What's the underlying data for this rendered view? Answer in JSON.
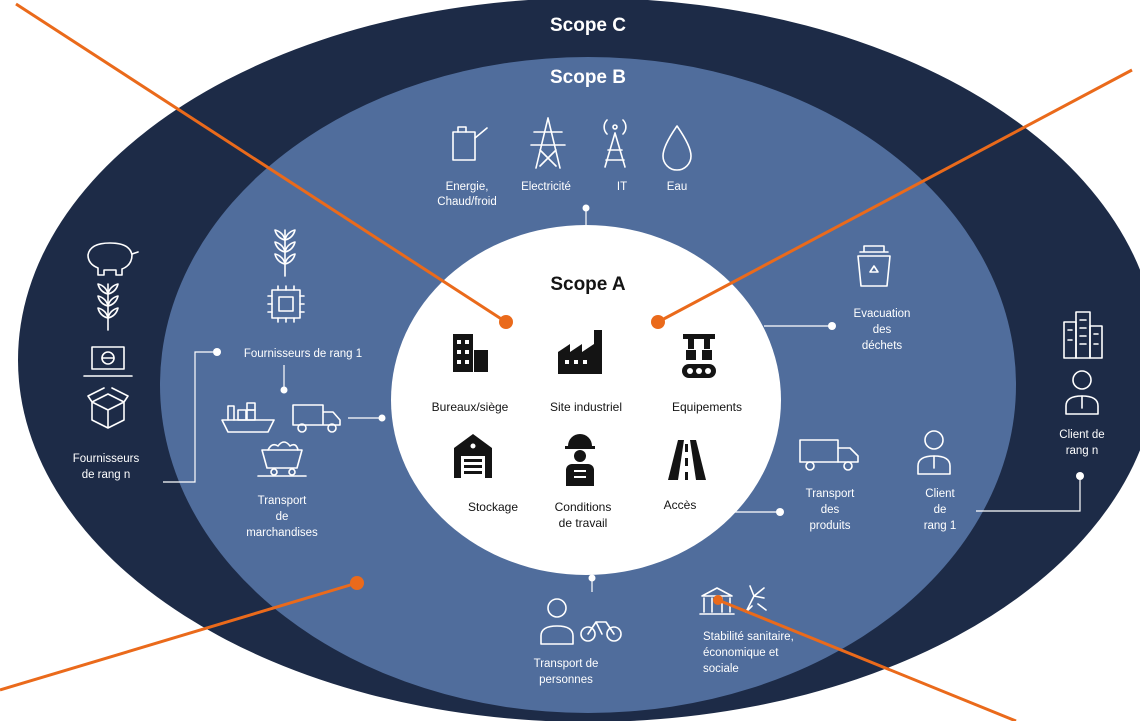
{
  "scopes": {
    "c": "Scope C",
    "b": "Scope B",
    "a": "Scope A"
  },
  "scope_b_utilities": {
    "energy": [
      "Energie,",
      "Chaud/froid"
    ],
    "electricity": "Electricité",
    "it": "IT",
    "water": "Eau"
  },
  "scope_a_items": {
    "offices": "Bureaux/siège",
    "industrial_site": "Site industriel",
    "equipment": "Equipements",
    "storage": "Stockage",
    "working_conditions": [
      "Conditions",
      "de travail"
    ],
    "access": "Accès"
  },
  "scope_b_items": {
    "suppliers_tier1": "Fournisseurs de rang 1",
    "goods_transport": [
      "Transport",
      "de",
      "marchandises"
    ],
    "waste": [
      "Evacuation",
      "des",
      "déchets"
    ],
    "product_transport": [
      "Transport",
      "des",
      "produits"
    ],
    "client_tier1": [
      "Client",
      "de",
      "rang 1"
    ],
    "people_transport": [
      "Transport de",
      "personnes"
    ],
    "stability": [
      "Stabilité sanitaire,",
      "économique et",
      "sociale"
    ]
  },
  "scope_c_items": {
    "suppliers_tiern": [
      "Fournisseurs",
      "de rang n"
    ],
    "client_tiern": [
      "Client de",
      "rang n"
    ]
  },
  "colors": {
    "scope_c": "#1d2b47",
    "scope_b": "#506d9c",
    "scope_a": "#ffffff",
    "pointer": "#ea6a1b"
  }
}
